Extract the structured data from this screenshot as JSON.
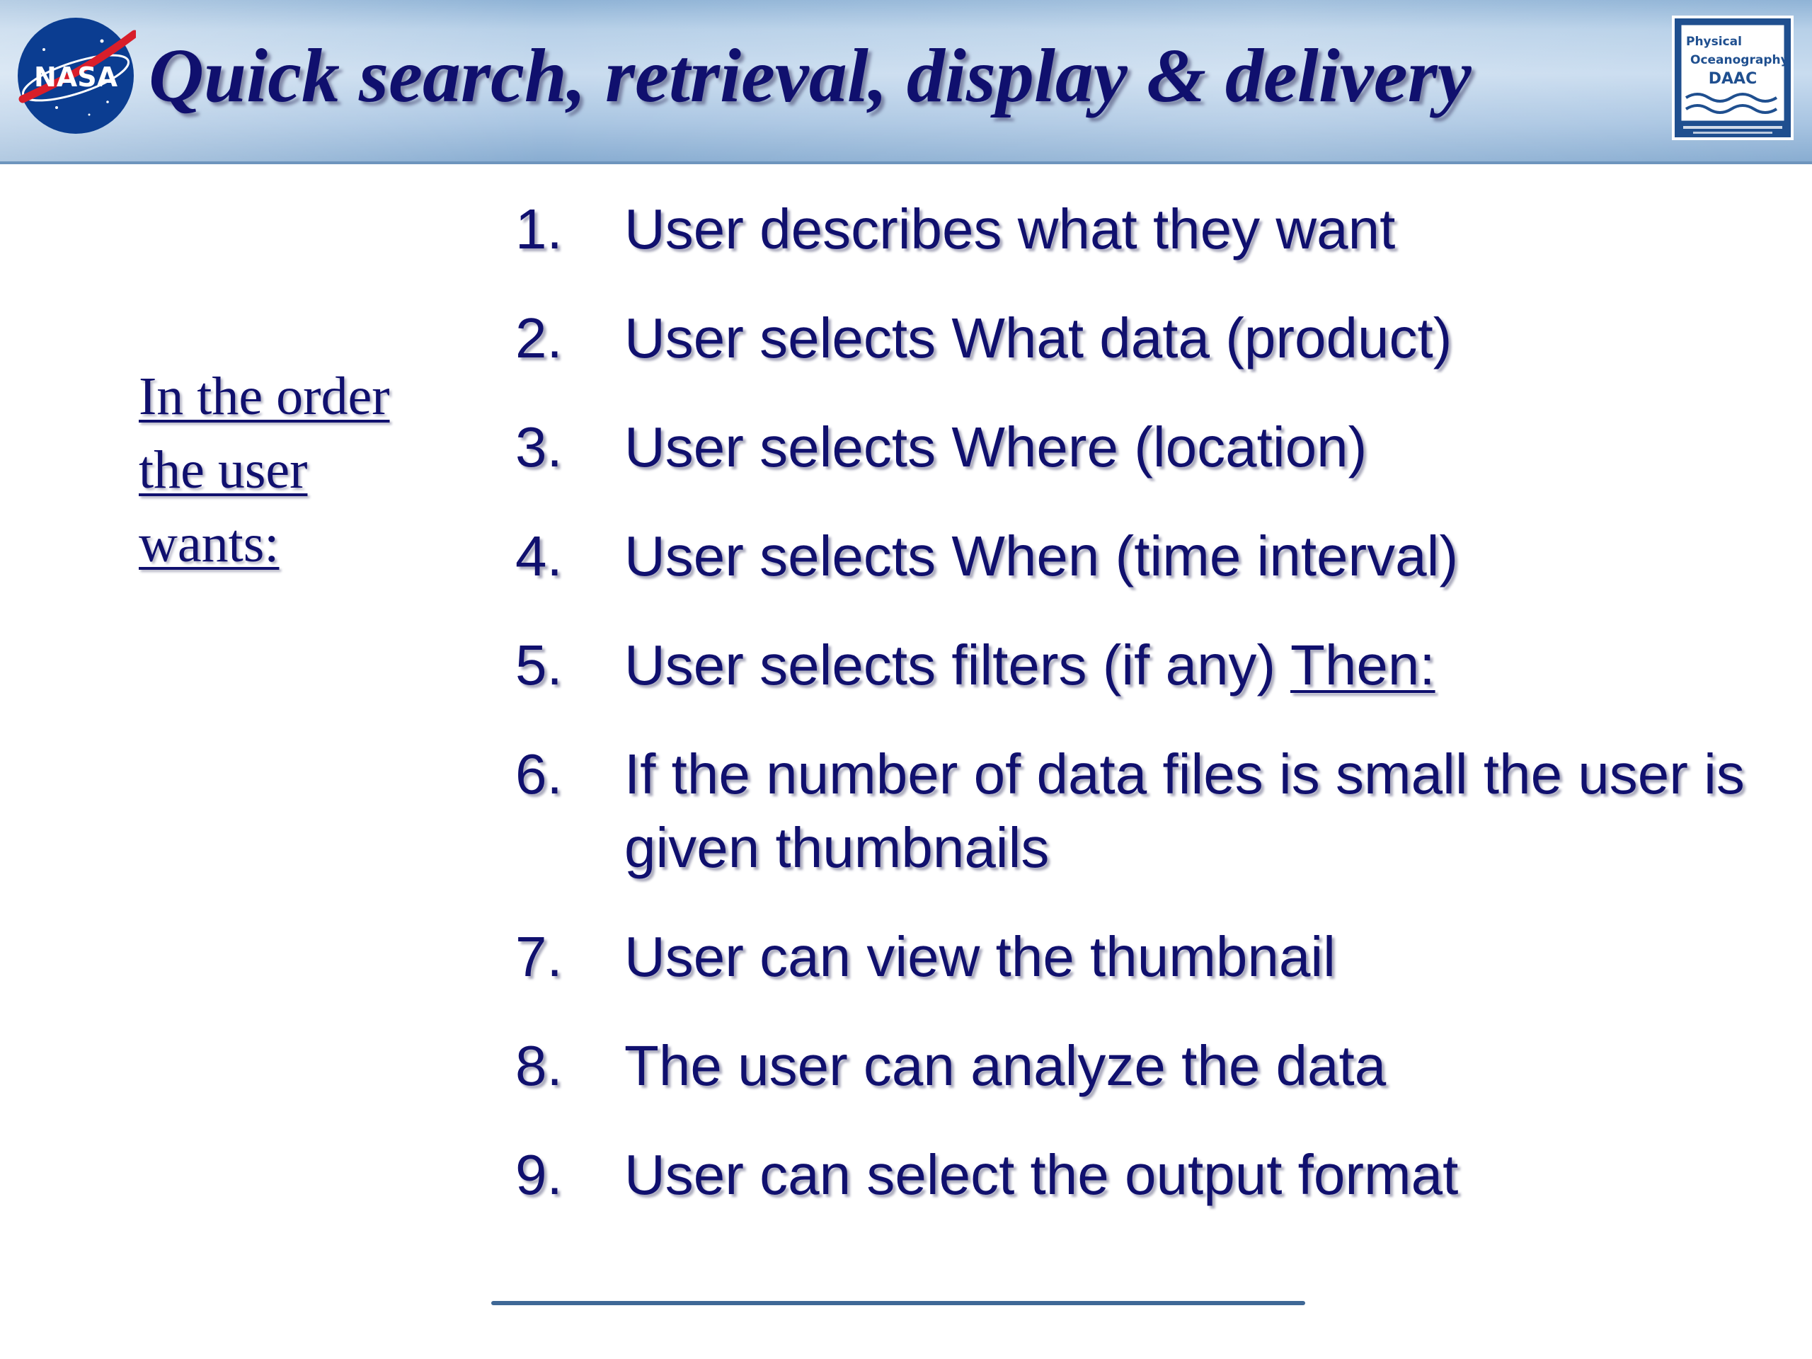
{
  "header": {
    "title": "Quick search, retrieval, display & delivery",
    "left_logo_text": "NASA",
    "right_logo_lines": [
      "Physical",
      "Oceanography",
      "DAAC"
    ]
  },
  "side_note": {
    "lines": [
      "In the order",
      "the user",
      "wants:"
    ]
  },
  "steps": [
    {
      "number": "1.",
      "text": "User describes what they want",
      "suffix": ""
    },
    {
      "number": "2.",
      "text": "User selects What data (product)",
      "suffix": ""
    },
    {
      "number": "3.",
      "text": "User selects Where (location)",
      "suffix": ""
    },
    {
      "number": "4.",
      "text": "User selects When (time interval)",
      "suffix": ""
    },
    {
      "number": "5.",
      "text": "User selects filters (if any) ",
      "suffix": "Then:"
    },
    {
      "number": "6.",
      "text": "If the number of data files is small the user is given thumbnails",
      "suffix": ""
    },
    {
      "number": "7.",
      "text": "User can view the thumbnail",
      "suffix": ""
    },
    {
      "number": "8.",
      "text": "The user can analyze the data",
      "suffix": ""
    },
    {
      "number": "9.",
      "text": "User can select the output format",
      "suffix": ""
    }
  ],
  "colors": {
    "text": "#10106e",
    "banner": "#b7d0e8",
    "rule": "#3f6896"
  }
}
